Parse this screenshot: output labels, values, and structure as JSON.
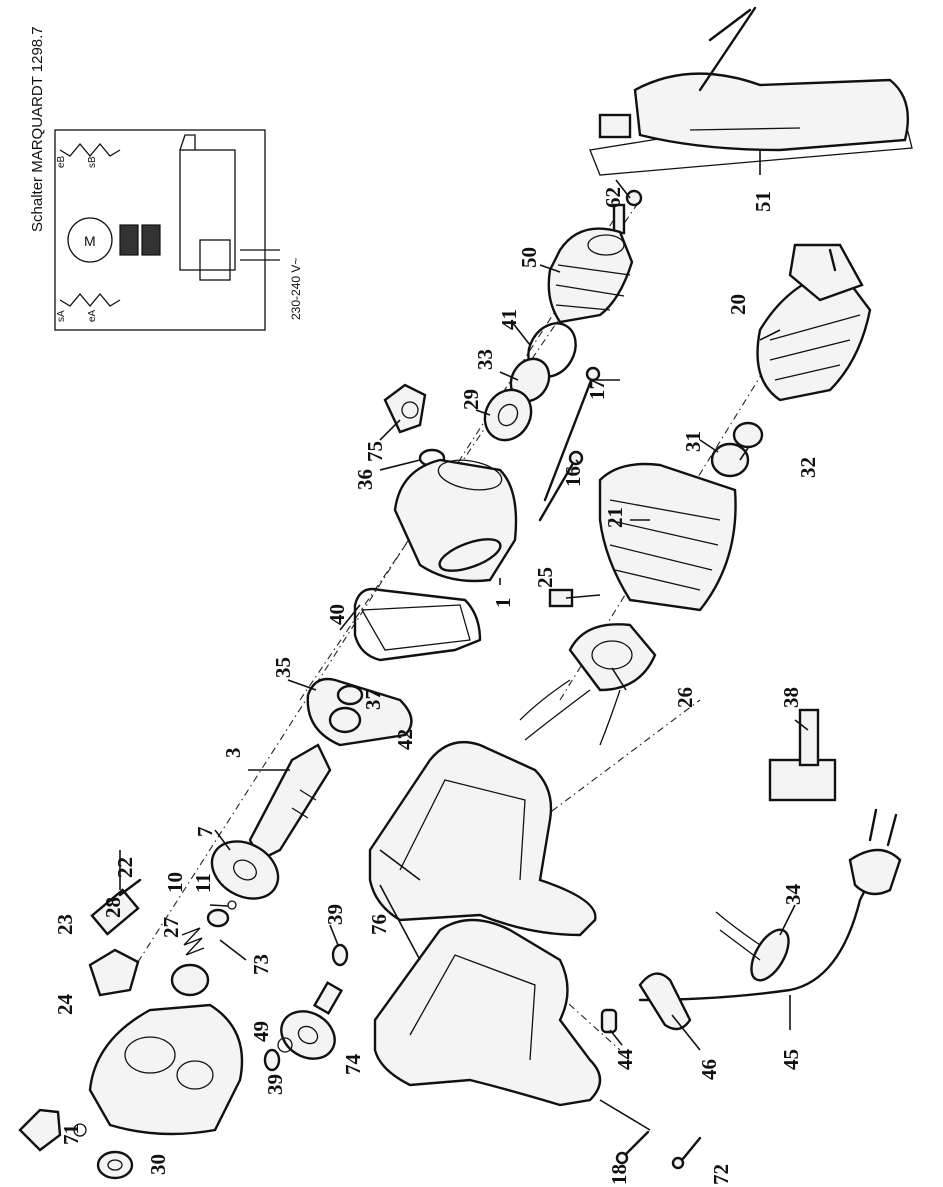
{
  "schematic": {
    "title": "Schalter MARQUARDT 1298.7",
    "voltage": "230-240 V~",
    "motor_symbol": "M",
    "labels": [
      "sA",
      "eA",
      "eB",
      "sB"
    ]
  },
  "part_numbers": [
    "1",
    "3",
    "7",
    "10",
    "11",
    "16",
    "17",
    "18",
    "20",
    "21",
    "22",
    "23",
    "24",
    "25",
    "26",
    "27",
    "28",
    "29",
    "30",
    "31",
    "32",
    "33",
    "34",
    "35",
    "36",
    "37",
    "38",
    "39",
    "39",
    "40",
    "41",
    "42",
    "44",
    "45",
    "46",
    "49",
    "50",
    "51",
    "62",
    "71",
    "72",
    "73",
    "74",
    "75",
    "76"
  ]
}
